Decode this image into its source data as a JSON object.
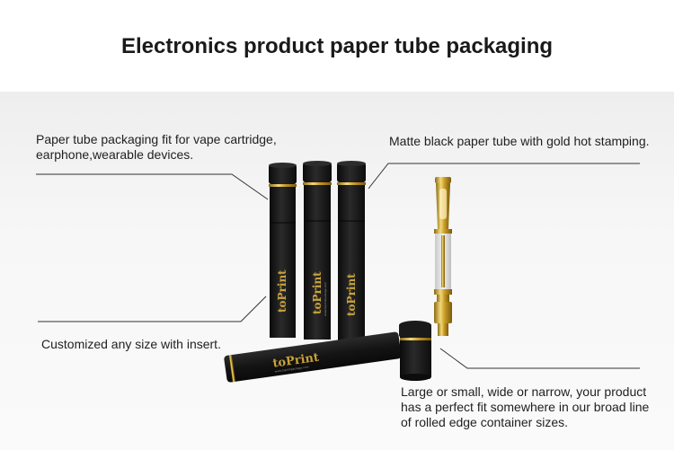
{
  "title": "Electronics product paper tube packaging",
  "captions": {
    "top_left": [
      "Paper tube packaging fit for vape cartridge,",
      "earphone,wearable devices."
    ],
    "top_right": "Matte black paper tube with gold hot stamping.",
    "bottom_left": "Customized any size with insert.",
    "bottom_right": [
      "Large or small, wide or narrow, your product",
      "has a perfect fit somewhere in our broad line",
      "of rolled edge container sizes."
    ]
  },
  "product": {
    "brand_logo": "toPrint",
    "website": "www.toprintpackage.com"
  },
  "colors": {
    "tube": "#151515",
    "gold": "#c9a23a",
    "background": "#f5f5f5"
  }
}
